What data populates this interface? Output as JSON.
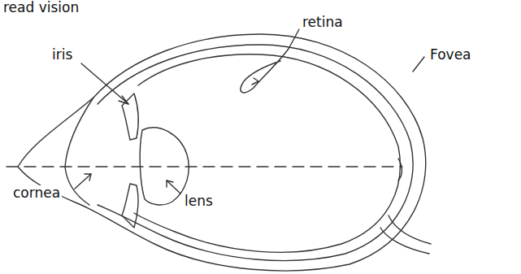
{
  "diagram": {
    "labels": [
      "read vision",
      "iris",
      "retina",
      "Fovea",
      "cornea",
      "lens"
    ]
  }
}
